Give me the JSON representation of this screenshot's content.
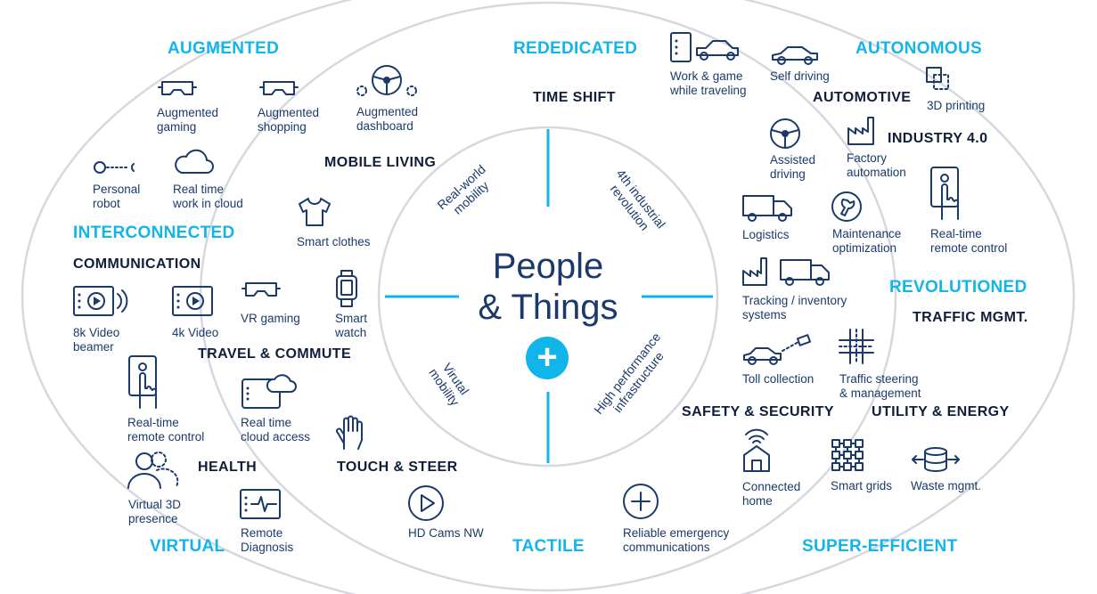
{
  "colors": {
    "accent": "#12b5ea",
    "navy": "#1b3a6b",
    "dark": "#0f1f3a",
    "ring": "#d5d9df"
  },
  "center": {
    "title": "People\n& Things",
    "plus": "+",
    "quadrants": [
      "Real-world\nmobility",
      "4th industrial\nrevolution",
      "Virutal\nmobility",
      "High performance\ninfrastructure"
    ]
  },
  "categories": {
    "augmented": "AUGMENTED",
    "rededicated": "REDEDICATED",
    "autonomous": "AUTONOMOUS",
    "interconnected": "INTERCONNECTED",
    "revolutioned": "REVOLUTIONED",
    "virtual": "VIRTUAL",
    "tactile": "TACTILE",
    "super_efficient": "SUPER-EFFICIENT"
  },
  "subcategories": {
    "time_shift": "TIME SHIFT",
    "automotive": "AUTOMOTIVE",
    "industry": "INDUSTRY 4.0",
    "mobile_living": "MOBILE LIVING",
    "communication": "COMMUNICATION",
    "traffic": "TRAFFIC MGMT.",
    "travel": "TRAVEL & COMMUTE",
    "safety": "SAFETY & SECURITY",
    "utility": "UTILITY & ENERGY",
    "health": "HEALTH",
    "touch": "TOUCH & STEER"
  },
  "items": {
    "aug_gaming": {
      "label": "Augmented\ngaming",
      "icon": "vr-headset-icon"
    },
    "aug_shopping": {
      "label": "Augmented\nshopping",
      "icon": "vr-headset-icon"
    },
    "aug_dashboard": {
      "label": "Augmented\ndashboard",
      "icon": "steering-wheel-icon"
    },
    "work_game": {
      "label": "Work & game\nwhile traveling",
      "icon": "car-screen-icon"
    },
    "self_driving": {
      "label": "Self driving",
      "icon": "car-icon"
    },
    "printing": {
      "label": "3D printing",
      "icon": "3d-print-icon"
    },
    "personal_robot": {
      "label": "Personal\nrobot",
      "icon": "robot-icon"
    },
    "work_cloud": {
      "label": "Real time\nwork in cloud",
      "icon": "cloud-icon"
    },
    "assisted_driving": {
      "label": "Assisted\ndriving",
      "icon": "steering-wheel-icon"
    },
    "factory_automation": {
      "label": "Factory\nautomation",
      "icon": "factory-icon"
    },
    "smart_clothes": {
      "label": "Smart clothes",
      "icon": "shirt-icon"
    },
    "logistics": {
      "label": "Logistics",
      "icon": "truck-icon"
    },
    "maintenance": {
      "label": "Maintenance\noptimization",
      "icon": "wrench-icon"
    },
    "remote_control_right": {
      "label": "Real-time\nremote control",
      "icon": "hand-remote-icon"
    },
    "video_8k": {
      "label": "8k Video\nbeamer",
      "icon": "video-beamer-icon"
    },
    "video_4k": {
      "label": "4k Video",
      "icon": "video-screen-icon"
    },
    "vr_gaming": {
      "label": "VR gaming",
      "icon": "vr-headset-icon"
    },
    "smart_watch": {
      "label": "Smart\nwatch",
      "icon": "watch-icon"
    },
    "tracking": {
      "label": "Tracking / inventory\nsystems",
      "icon": "factory-truck-icon"
    },
    "remote_control_left": {
      "label": "Real-time\nremote control",
      "icon": "hand-remote-icon"
    },
    "cloud_access": {
      "label": "Real time\ncloud access",
      "icon": "tablet-cloud-icon"
    },
    "toll": {
      "label": "Toll collection",
      "icon": "toll-camera-icon"
    },
    "traffic_steering": {
      "label": "Traffic steering\n& management",
      "icon": "intersection-icon"
    },
    "virtual_presence": {
      "label": "Virtual 3D\npresence",
      "icon": "person-presence-icon"
    },
    "remote_diagnosis": {
      "label": "Remote\nDiagnosis",
      "icon": "heartbeat-monitor-icon"
    },
    "hd_cams": {
      "label": "HD Cams NW",
      "icon": "play-circle-icon"
    },
    "emergency": {
      "label": "Reliable emergency\ncommunications",
      "icon": "plus-circle-icon"
    },
    "connected_home": {
      "label": "Connected\nhome",
      "icon": "home-wifi-icon"
    },
    "smart_grids": {
      "label": "Smart grids",
      "icon": "grid-network-icon"
    },
    "waste": {
      "label": "Waste mgmt.",
      "icon": "waste-barrel-icon"
    }
  }
}
